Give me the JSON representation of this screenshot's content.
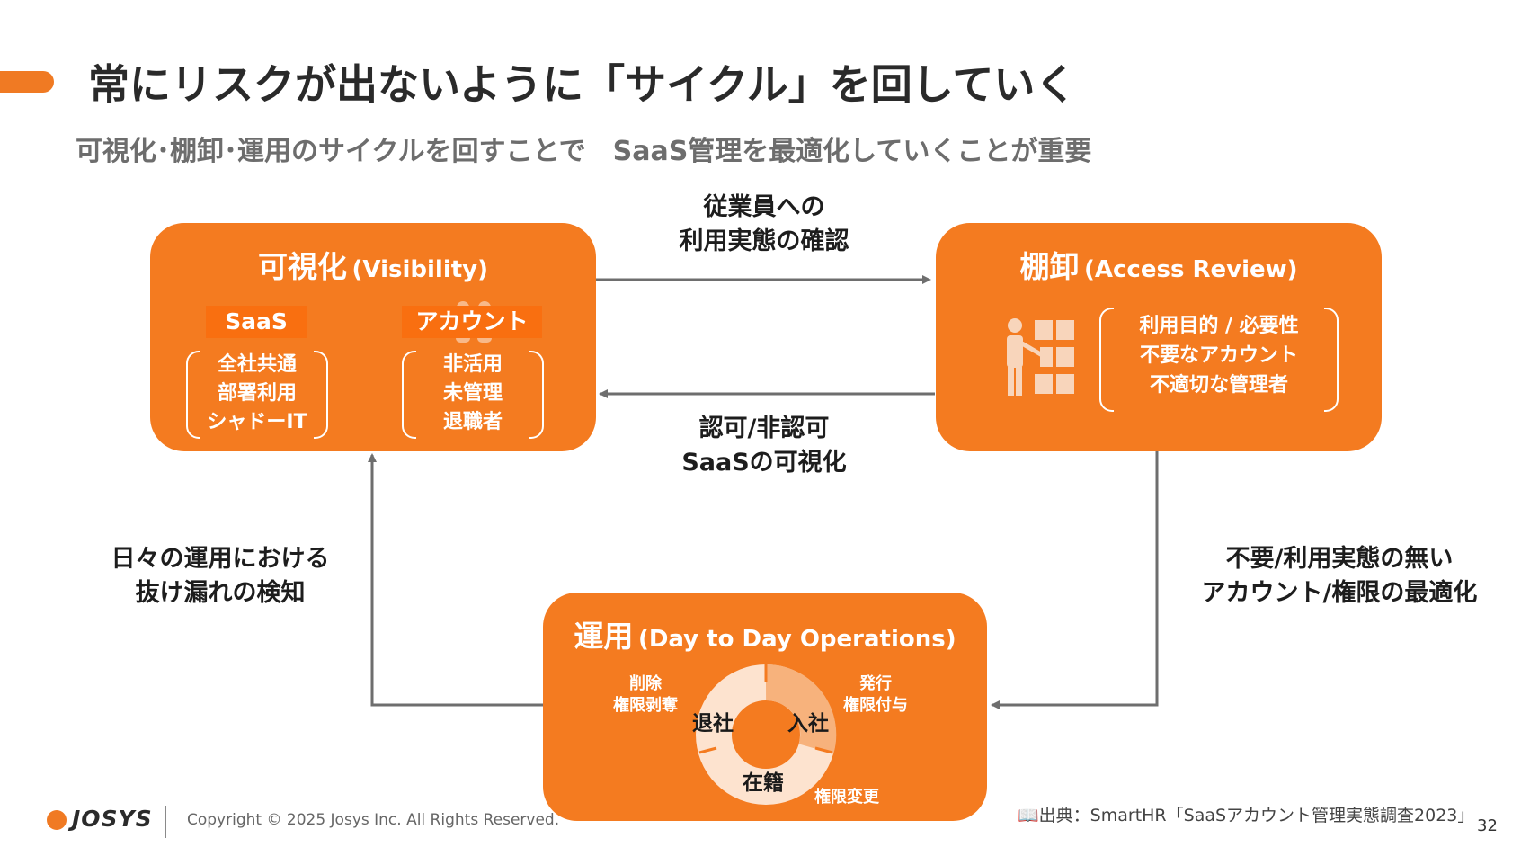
{
  "header": {
    "title": "常にリスクが出ないように「サイクル」を回していく",
    "subtitle": "可視化･棚卸･運用のサイクルを回すことで　SaaS管理を最適化していくことが重要"
  },
  "visibility_box": {
    "title_ja": "可視化",
    "title_en": "(Visibility)",
    "saas_tag": "SaaS",
    "saas_items": [
      "全社共通",
      "部署利用",
      "シャドーIT"
    ],
    "account_tag": "アカウント",
    "account_items": [
      "非活用",
      "未管理",
      "退職者"
    ]
  },
  "review_box": {
    "title_ja": "棚卸",
    "title_en": "(Access Review)",
    "items": [
      "利用目的 / 必要性",
      "不要なアカウント",
      "不適切な管理者"
    ]
  },
  "operations_box": {
    "title_ja": "運用",
    "title_en": "(Day to Day Operations)",
    "cycle": {
      "leave": "退社",
      "join": "入社",
      "enrolled": "在籍"
    },
    "notes": {
      "leave_note": [
        "削除",
        "権限剥奪"
      ],
      "join_note": [
        "発行",
        "権限付与"
      ],
      "enrolled_note": "権限変更"
    }
  },
  "arrows": {
    "top_label": [
      "従業員への",
      "利用実態の確認"
    ],
    "middle_label": [
      "認可/非認可",
      "SaaSの可視化"
    ],
    "left_label": [
      "日々の運用における",
      "抜け漏れの検知"
    ],
    "right_label": [
      "不要/利用実態の無い",
      "アカウント/権限の最適化"
    ]
  },
  "footer": {
    "logo": "JOSYS",
    "copyright": "Copyright © 2025 Josys Inc. All Rights Reserved.",
    "source": "出典：SmartHR「SaaSアカウント管理実態調査2023」",
    "page_number": "32"
  },
  "colors": {
    "accent": "#f47b20",
    "arrow": "#6e6e6e"
  },
  "icons": [
    "cloud-icon",
    "people-icon",
    "presenter-board-icon",
    "book-icon",
    "josys-logo-icon"
  ]
}
